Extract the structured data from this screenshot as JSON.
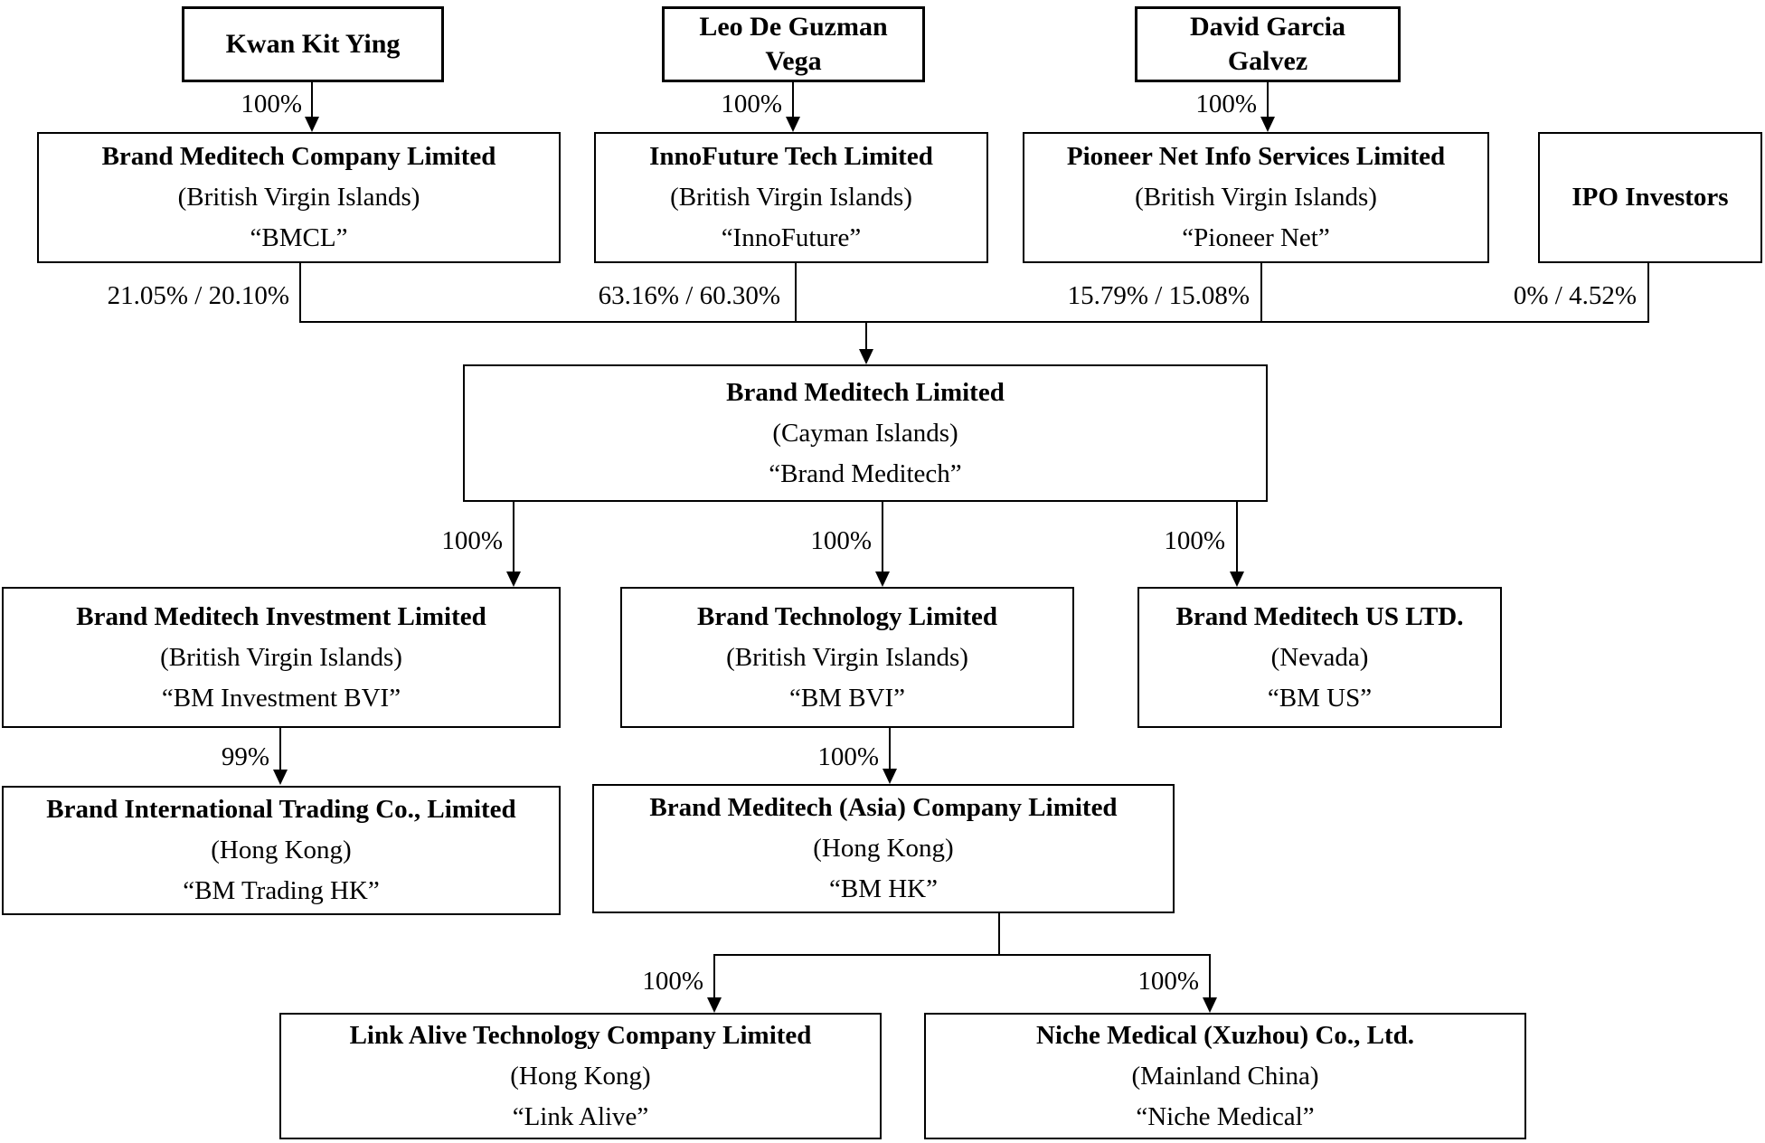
{
  "diagram": {
    "title": "Corporate shareholding structure chart",
    "colors": {
      "background": "#ffffff",
      "line": "#000000",
      "box_border": "#000000",
      "text": "#000000"
    },
    "nodes": {
      "kwan": {
        "name": "Kwan Kit Ying"
      },
      "leo": {
        "name": "Leo De Guzman Vega"
      },
      "david": {
        "name": "David Garcia Galvez"
      },
      "bmcl": {
        "name": "Brand Meditech Company Limited",
        "jurisdiction": "(British Virgin Islands)",
        "short_name": "“BMCL”"
      },
      "innofuture": {
        "name": "InnoFuture Tech Limited",
        "jurisdiction": "(British Virgin Islands)",
        "short_name": "“InnoFuture”"
      },
      "pioneer": {
        "name": "Pioneer Net Info Services Limited",
        "jurisdiction": "(British Virgin Islands)",
        "short_name": "“Pioneer Net”"
      },
      "ipo": {
        "name": "IPO Investors"
      },
      "brand_meditech": {
        "name": "Brand Meditech Limited",
        "jurisdiction": "(Cayman Islands)",
        "short_name": "“Brand Meditech”"
      },
      "bm_investment": {
        "name": "Brand Meditech Investment Limited",
        "jurisdiction": "(British Virgin Islands)",
        "short_name": "“BM Investment BVI”"
      },
      "brand_technology": {
        "name": "Brand Technology Limited",
        "jurisdiction": "(British Virgin Islands)",
        "short_name": "“BM BVI”"
      },
      "bm_us": {
        "name": "Brand Meditech US LTD.",
        "jurisdiction": "(Nevada)",
        "short_name": "“BM US”"
      },
      "bm_trading": {
        "name": "Brand International Trading Co., Limited",
        "jurisdiction": "(Hong Kong)",
        "short_name": "“BM Trading HK”"
      },
      "bm_hk": {
        "name": "Brand Meditech (Asia) Company Limited",
        "jurisdiction": "(Hong Kong)",
        "short_name": "“BM HK”"
      },
      "link_alive": {
        "name": "Link Alive Technology Company Limited",
        "jurisdiction": "(Hong Kong)",
        "short_name": "“Link Alive”"
      },
      "niche": {
        "name": "Niche Medical (Xuzhou) Co., Ltd.",
        "jurisdiction": "(Mainland China)",
        "short_name": "“Niche Medical”"
      }
    },
    "ownership_labels": {
      "kwan_to_bmcl": "100%",
      "leo_to_innofuture": "100%",
      "david_to_pioneer": "100%",
      "bmcl_stake": "21.05% / 20.10%",
      "innofuture_stake": "63.16% / 60.30%",
      "pioneer_stake": "15.79% / 15.08%",
      "ipo_stake": "0% / 4.52%",
      "bm_to_investment": "100%",
      "bm_to_technology": "100%",
      "bm_to_us": "100%",
      "investment_to_trading": "99%",
      "technology_to_hk": "100%",
      "hk_to_link_alive": "100%",
      "hk_to_niche": "100%"
    }
  }
}
